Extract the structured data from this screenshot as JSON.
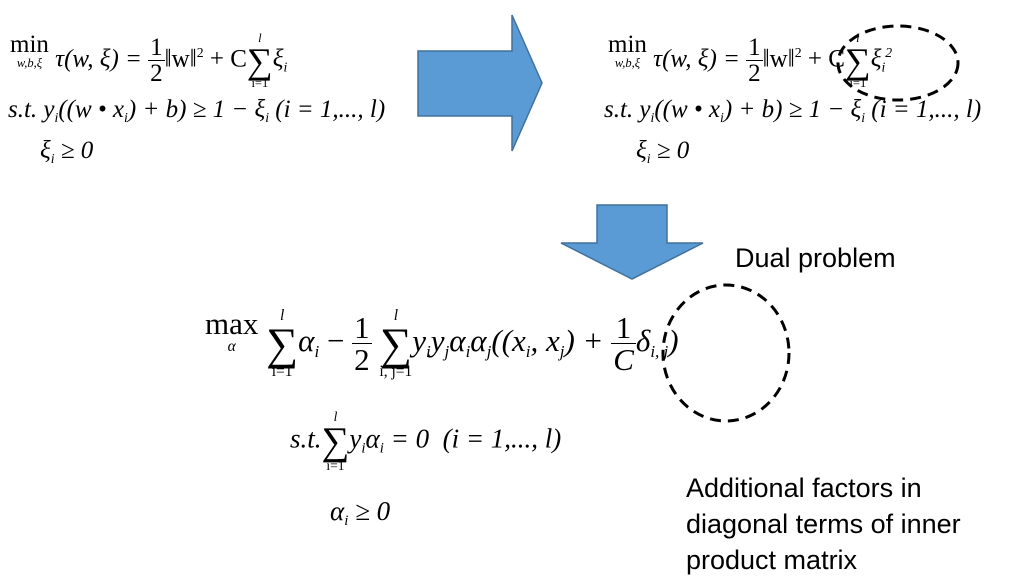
{
  "primal_left": {
    "objective": {
      "min": "min",
      "min_under": "w,b,ξ",
      "lhs": "τ(w, ξ) =",
      "half_num": "1",
      "half_den": "2",
      "norm": "‖w‖",
      "norm_sup": "2",
      "plus_C": "+ C",
      "sum_top": "l",
      "sum_sym": "∑",
      "sum_bot": "i=1",
      "term": "ξ",
      "term_sub": "i"
    },
    "constraint1": "s.t. y",
    "constraint1_sub": "i",
    "constraint1_rest": "((w • x",
    "constraint1_sub2": "i",
    "constraint1_tail": ") + b) ≥ 1 − ξ",
    "constraint1_sub3": "i",
    "constraint1_range": "(i = 1,..., l)",
    "constraint2": "ξ",
    "constraint2_sub": "i",
    "constraint2_rest": " ≥ 0"
  },
  "primal_right": {
    "objective": {
      "min": "min",
      "min_under": "w,b,ξ",
      "lhs": "τ(w, ξ) =",
      "half_num": "1",
      "half_den": "2",
      "norm": "‖w‖",
      "norm_sup": "2",
      "plus_C": "+ C",
      "sum_top": "l",
      "sum_sym": "∑",
      "sum_bot": "i=1",
      "term": "ξ",
      "term_sub": "i",
      "term_sup": "2"
    },
    "constraint1": "s.t. y",
    "constraint1_sub": "i",
    "constraint1_rest": "((w • x",
    "constraint1_sub2": "i",
    "constraint1_tail": ") + b) ≥ 1 − ξ",
    "constraint1_sub3": "i",
    "constraint1_range": "(i = 1,..., l)",
    "constraint2": "ξ",
    "constraint2_sub": "i",
    "constraint2_rest": " ≥ 0"
  },
  "dual": {
    "label": "Dual problem",
    "max": "max",
    "max_under": "α",
    "sum1_top": "l",
    "sum1_bot": "i=1",
    "sum_sym": "∑",
    "term1": "α",
    "term1_sub": "i",
    "minus": " − ",
    "half_num": "1",
    "half_den": "2",
    "sum2_top": "l",
    "sum2_bot": "i, j=1",
    "term2a": "y",
    "term2a_sub": "i",
    "term2b": "y",
    "term2b_sub": "j",
    "term2c": "α",
    "term2c_sub": "i",
    "term2d": "α",
    "term2d_sub": "j",
    "term2e": "((x",
    "term2e_sub": "i",
    "term2f": ", x",
    "term2f_sub": "j",
    "term2g": ") + ",
    "inv_num": "1",
    "inv_den": "C",
    "delta": "δ",
    "delta_sub": "i, j",
    "close": ")",
    "constraint1_pre": "s.t.",
    "c_sum_top": "l",
    "c_sum_bot": "i=1",
    "c_term": "y",
    "c_term_sub": "i",
    "c_term2": "α",
    "c_term2_sub": "i",
    "c_rest": " = 0",
    "c_range": "(i = 1,..., l)",
    "constraint2": "α",
    "constraint2_sub": "i",
    "constraint2_rest": " ≥ 0"
  },
  "note": {
    "line1": "Additional factors in",
    "line2": "diagonal terms of inner",
    "line3": "product matrix"
  },
  "colors": {
    "arrow_fill": "#5b9bd5",
    "arrow_stroke": "#41719c"
  }
}
